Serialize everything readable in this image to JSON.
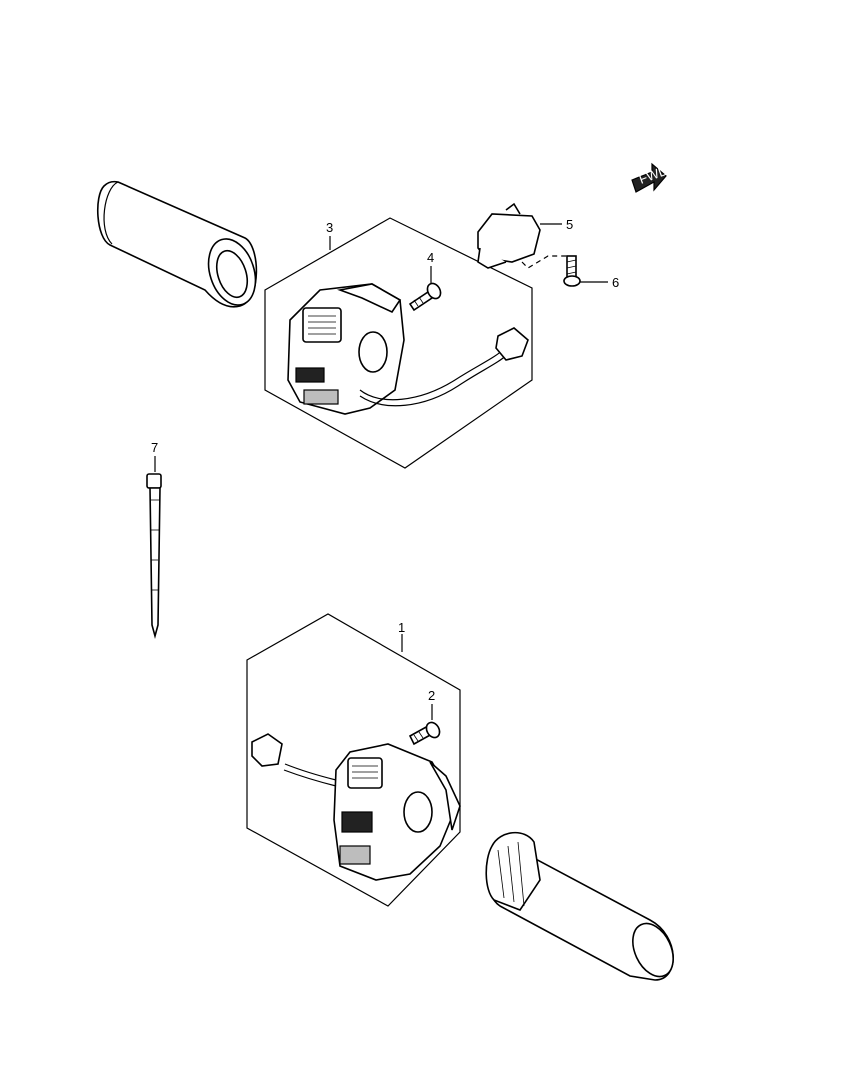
{
  "callouts": [
    {
      "id": "1",
      "label": "1"
    },
    {
      "id": "2",
      "label": "2"
    },
    {
      "id": "3",
      "label": "3"
    },
    {
      "id": "4",
      "label": "4"
    },
    {
      "id": "5",
      "label": "5"
    },
    {
      "id": "6",
      "label": "6"
    },
    {
      "id": "7",
      "label": "7"
    }
  ],
  "fwd_marker": "FWD",
  "colors": {
    "line": "#000000",
    "background": "#ffffff",
    "shade": "#bdbdbd"
  }
}
